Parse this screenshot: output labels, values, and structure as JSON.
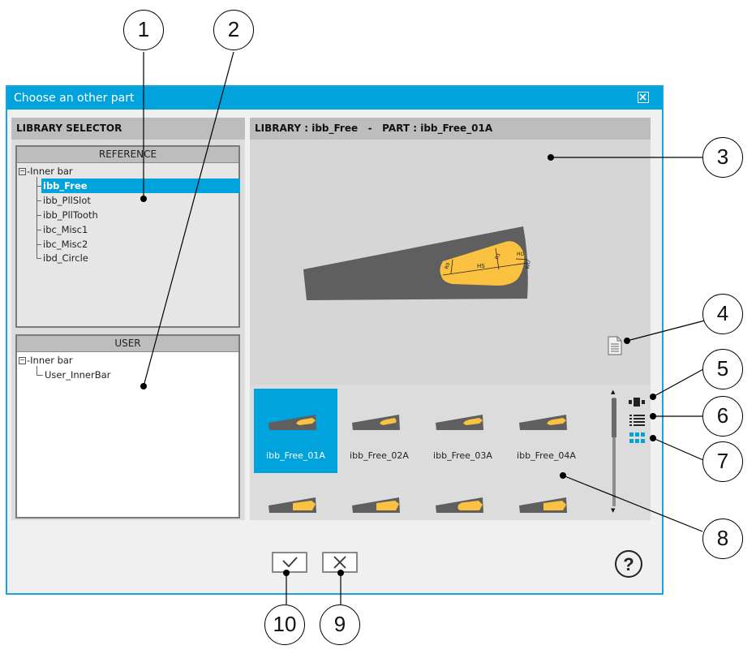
{
  "dialog": {
    "title": "Choose an other part",
    "close_icon": "close-x-icon"
  },
  "library_selector": {
    "header": "LIBRARY SELECTOR",
    "reference": {
      "header": "REFERENCE",
      "root": "Inner bar",
      "expander": "⊟",
      "items": [
        "ibb_Free",
        "ibb_PllSlot",
        "ibb_PllTooth",
        "ibc_Misc1",
        "ibc_Misc2",
        "ibd_Circle"
      ],
      "selected": "ibb_Free"
    },
    "user": {
      "header": "USER",
      "root": "Inner bar",
      "expander": "⊟",
      "items": [
        "User_InnerBar"
      ]
    }
  },
  "preview": {
    "header": "LIBRARY : ibb_Free   -   PART : ibb_Free_01A",
    "library": "ibb_Free",
    "part": "ibb_Free_01A",
    "dimension_labels": [
      "R0",
      "R1",
      "HS",
      "HO",
      "WO"
    ],
    "document_icon": "document-icon"
  },
  "gallery": {
    "items": [
      {
        "label": "ibb_Free_01A",
        "selected": true
      },
      {
        "label": "ibb_Free_02A",
        "selected": false
      },
      {
        "label": "ibb_Free_03A",
        "selected": false
      },
      {
        "label": "ibb_Free_04A",
        "selected": false
      }
    ],
    "second_row_count": 4,
    "scroll_up": "▲",
    "scroll_down": "▼"
  },
  "view_modes": [
    {
      "name": "carousel-view-icon",
      "active": false
    },
    {
      "name": "list-view-icon",
      "active": false
    },
    {
      "name": "grid-view-icon",
      "active": true
    }
  ],
  "colors": {
    "accent": "#00a3db",
    "part_body": "#5f5f5f",
    "slot": "#fbc140"
  },
  "actions": {
    "ok": "✓",
    "cancel": "✕",
    "help": "?"
  },
  "callouts": [
    "1",
    "2",
    "3",
    "4",
    "5",
    "6",
    "7",
    "8",
    "9",
    "10"
  ]
}
